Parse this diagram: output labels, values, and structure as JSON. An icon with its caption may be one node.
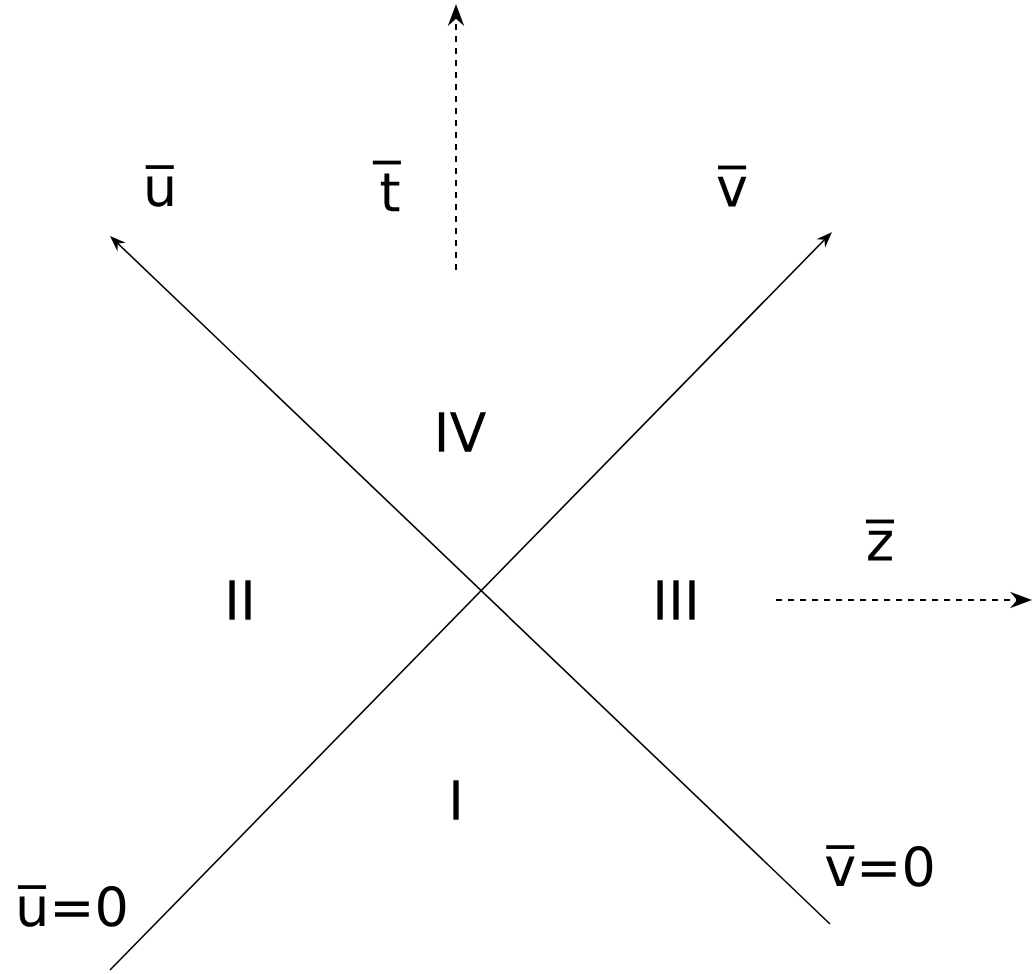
{
  "diagram": {
    "labels": [
      "u̅",
      "t̅",
      "v̅",
      "IV",
      "II",
      "III",
      "z̅",
      "I",
      "u̅=0",
      "v̅=0"
    ]
  }
}
